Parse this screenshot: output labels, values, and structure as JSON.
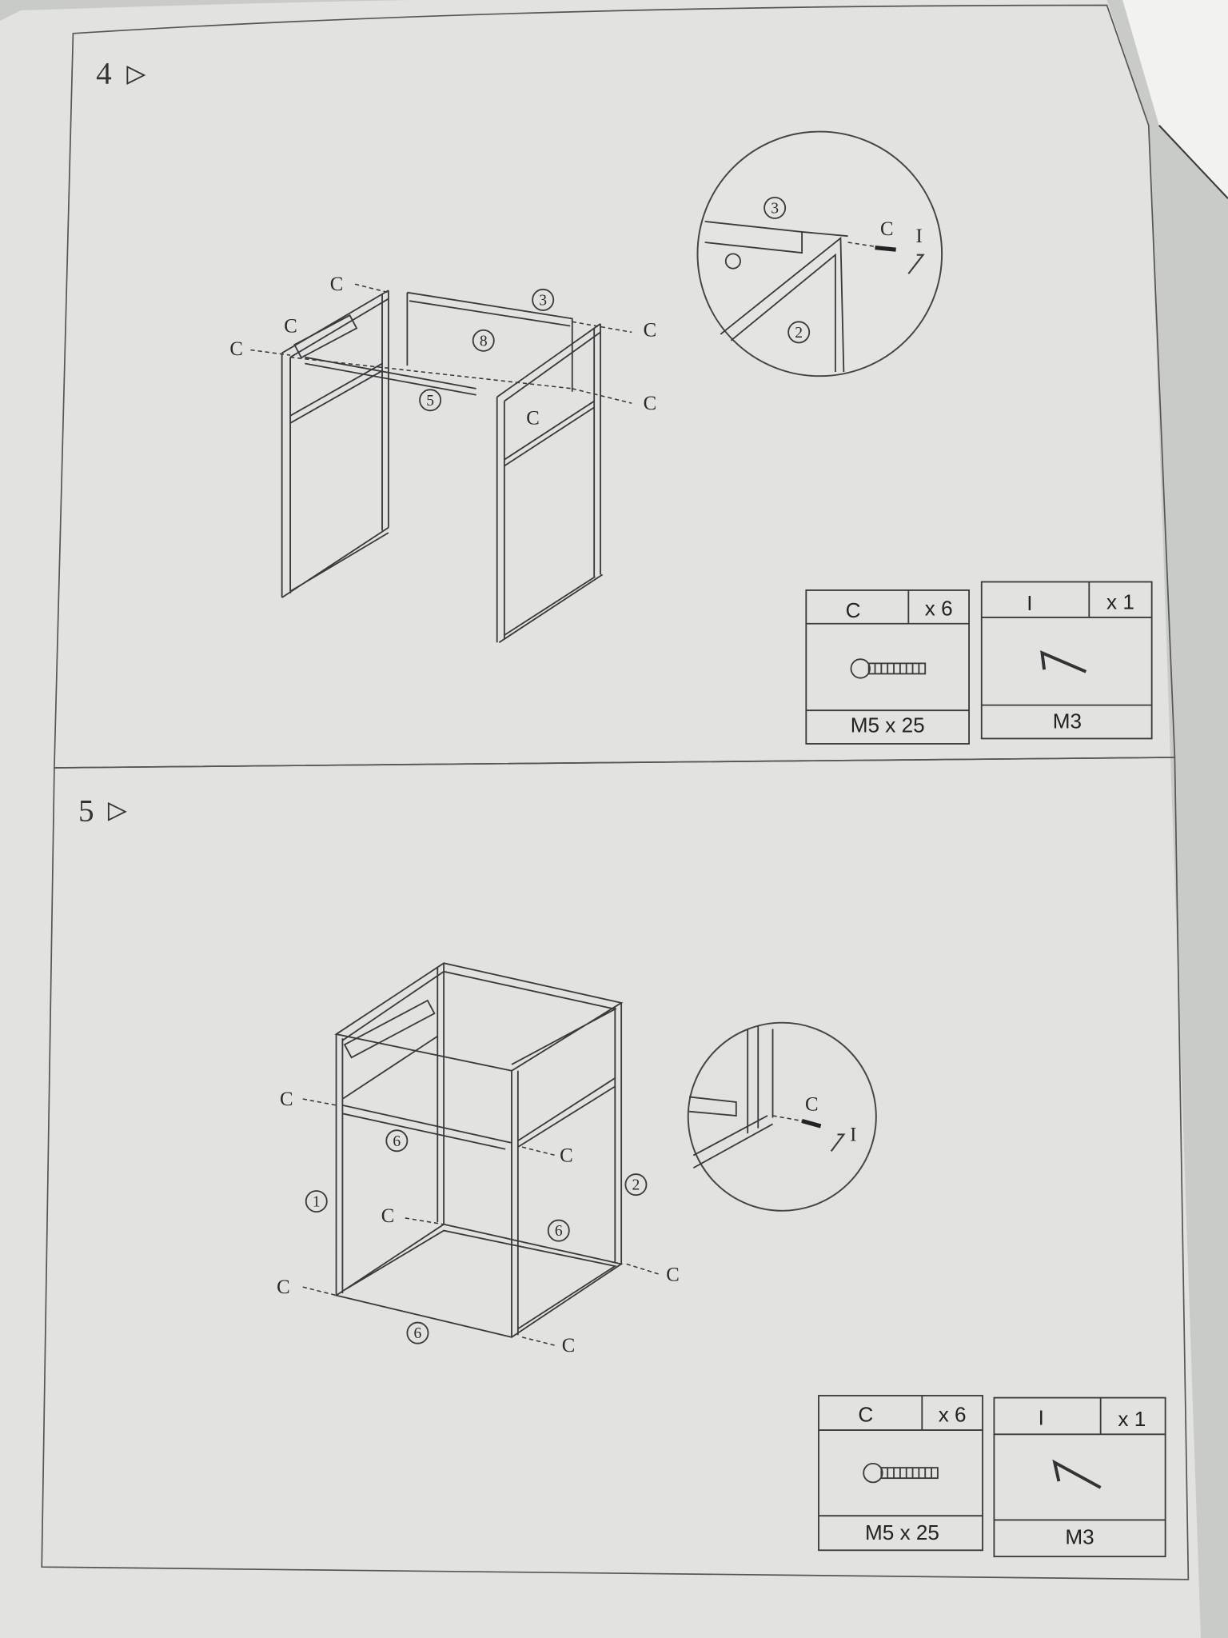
{
  "steps": [
    {
      "number": "4",
      "parts_labels": {
        "screw": "C",
        "rail_top": "3",
        "panel": "8",
        "rail": "5",
        "side": "2",
        "key": "I"
      },
      "hardware": [
        {
          "code": "C",
          "qty": "x 6",
          "size": "M5 x 25",
          "icon": "screw-icon"
        },
        {
          "code": "I",
          "qty": "x 1",
          "size": "M3",
          "icon": "allen-key-icon"
        }
      ]
    },
    {
      "number": "5",
      "parts_labels": {
        "screw": "C",
        "rail": "6",
        "side_left": "1",
        "side_right": "2",
        "key": "I"
      },
      "hardware": [
        {
          "code": "C",
          "qty": "x 6",
          "size": "M5 x 25",
          "icon": "screw-icon"
        },
        {
          "code": "I",
          "qty": "x 1",
          "size": "M3",
          "icon": "allen-key-icon"
        }
      ]
    }
  ]
}
